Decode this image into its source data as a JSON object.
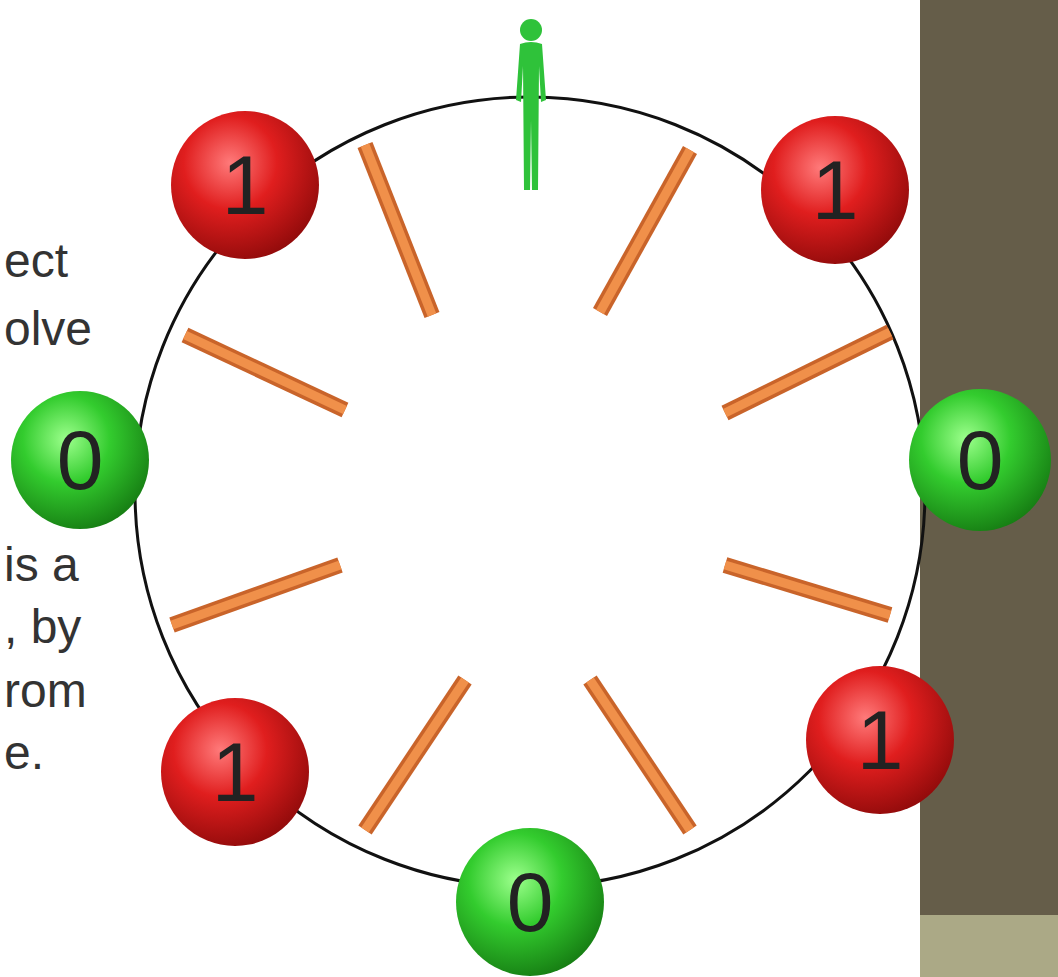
{
  "diagram": {
    "nodes": [
      {
        "text": [
          "1"
        ]
      },
      {
        "text": [
          "1"
        ]
      },
      {
        "text": [
          "0"
        ]
      },
      {
        "text": [
          "0"
        ]
      },
      {
        "text": [
          "1"
        ]
      },
      {
        "text": [
          "1"
        ]
      },
      {
        "text": [
          "0"
        ]
      }
    ],
    "labels": [
      "ect",
      "olve",
      "is a",
      ", by",
      "rom",
      "e."
    ]
  }
}
